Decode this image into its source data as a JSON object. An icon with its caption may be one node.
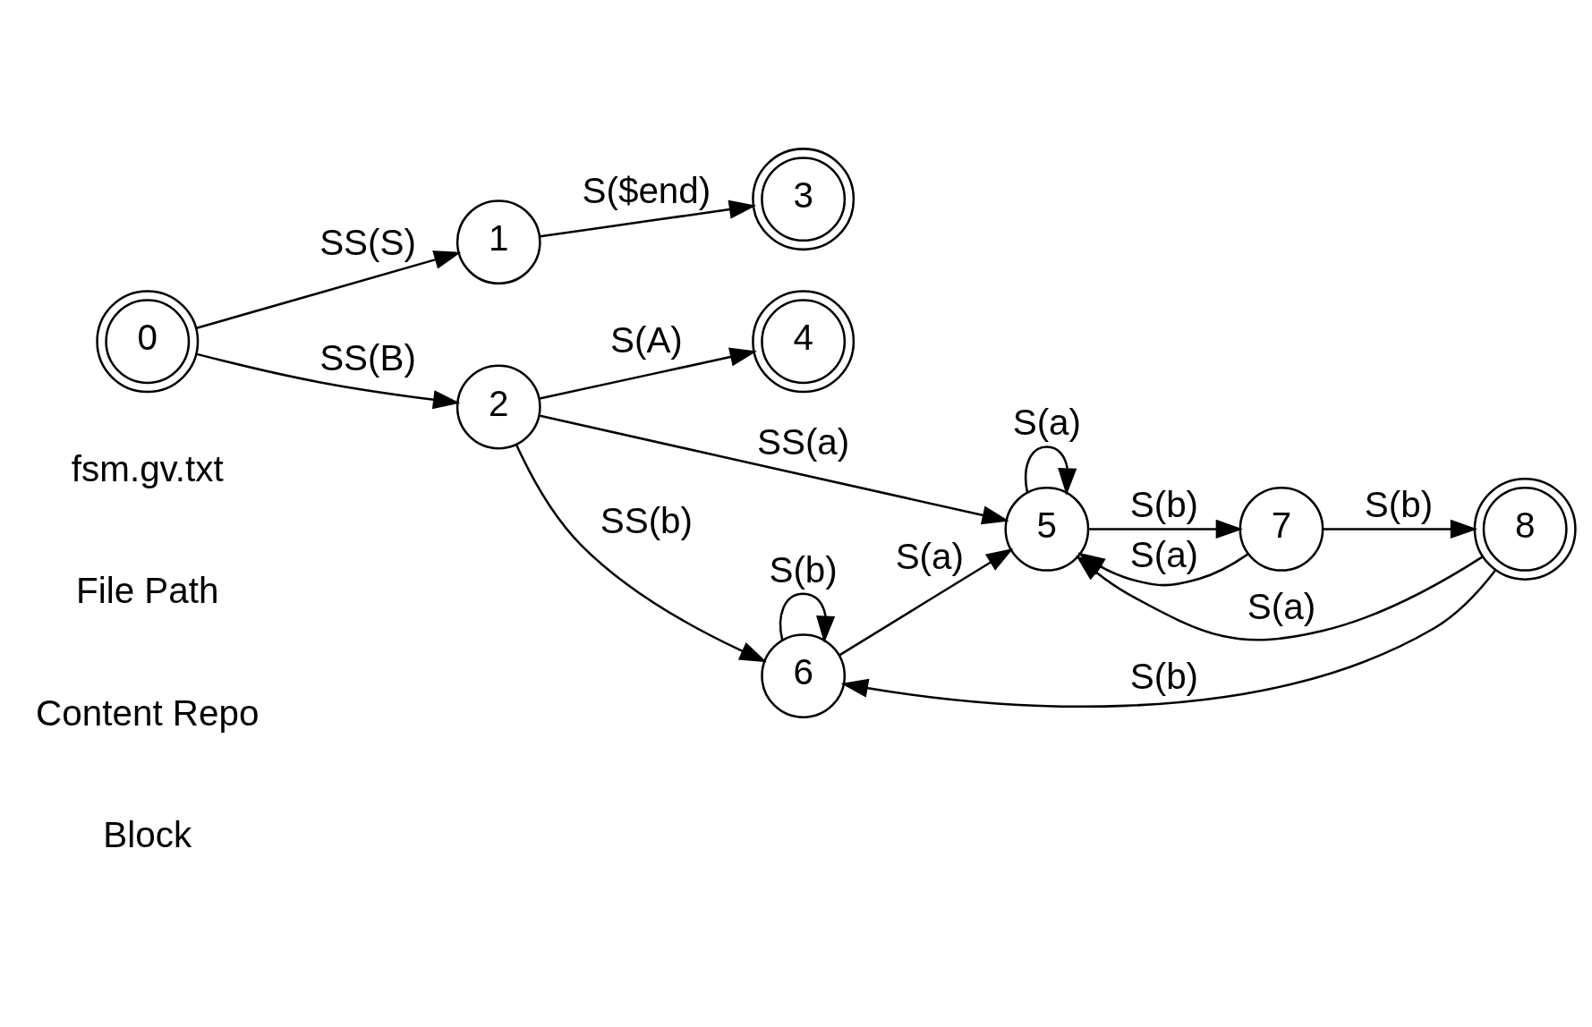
{
  "diagram": {
    "nodes": [
      {
        "text": [
          "0"
        ]
      },
      {
        "text": [
          "1"
        ]
      },
      {
        "text": [
          "2"
        ]
      },
      {
        "text": [
          "3"
        ]
      },
      {
        "text": [
          "4"
        ]
      },
      {
        "text": [
          "5"
        ]
      },
      {
        "text": [
          "6"
        ]
      },
      {
        "text": [
          "7"
        ]
      },
      {
        "text": [
          "8"
        ]
      }
    ],
    "edges": [
      {
        "from": 0,
        "to": 2,
        "arrow": "to",
        "label": "SS(B)"
      },
      {
        "from": 0,
        "to": 1,
        "arrow": "to",
        "label": "SS(S)"
      },
      {
        "from": 1,
        "to": 3,
        "arrow": "to",
        "label": "S($end)"
      },
      {
        "from": 2,
        "to": 6,
        "arrow": "to",
        "label": "SS(b)"
      },
      {
        "from": 2,
        "to": 5,
        "arrow": "to",
        "label": "SS(a)"
      },
      {
        "from": 2,
        "to": 4,
        "arrow": "to",
        "label": "S(A)"
      },
      {
        "from": 5,
        "to": 7,
        "arrow": "to",
        "label": "S(b)"
      },
      {
        "from": 5,
        "to": 5,
        "arrow": "to",
        "label": "S(a)"
      },
      {
        "from": 6,
        "to": 6,
        "arrow": "to",
        "label": "S(b)"
      },
      {
        "from": 6,
        "to": 5,
        "arrow": "to",
        "label": "S(a)"
      },
      {
        "from": 7,
        "to": 8,
        "arrow": "to",
        "label": "S(b)"
      },
      {
        "from": 7,
        "to": 5,
        "arrow": "to",
        "label": "S(a)"
      },
      {
        "from": 8,
        "to": 6,
        "arrow": "to",
        "label": "S(b)"
      },
      {
        "from": 8,
        "to": 5,
        "arrow": "to",
        "label": "S(a)"
      }
    ],
    "labels": [
      "Block",
      "Content Repo",
      "File Path",
      "fsm.gv.txt"
    ]
  }
}
